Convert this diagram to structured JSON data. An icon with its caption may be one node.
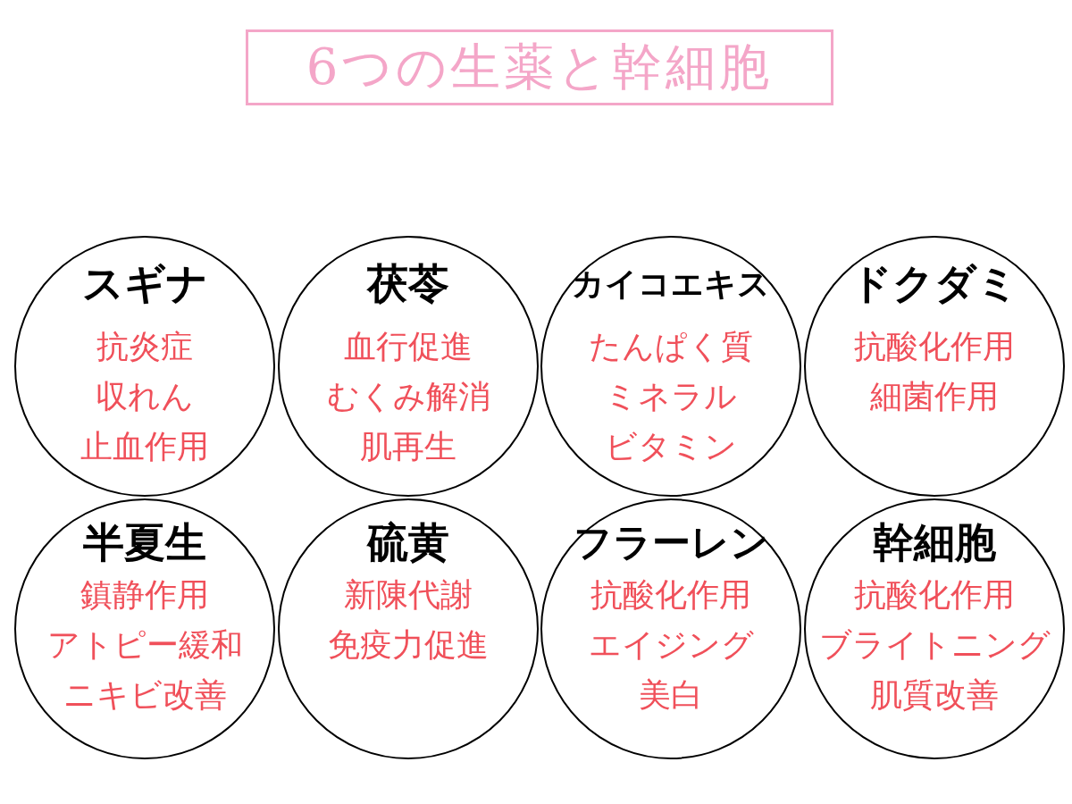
{
  "diagram": {
    "title": "6つの生薬と幹細胞",
    "nodes": [
      {
        "text": [
          "スギナ",
          "抗炎症",
          "収れん",
          "止血作用"
        ]
      },
      {
        "text": [
          "茯苓",
          "血行促進",
          "むくみ解消",
          "肌再生"
        ]
      },
      {
        "text": [
          "カイコエキス",
          "たんぱく質",
          "ミネラル",
          "ビタミン"
        ]
      },
      {
        "text": [
          "ドクダミ",
          "抗酸化作用",
          "細菌作用"
        ]
      },
      {
        "text": [
          "半夏生",
          "鎮静作用",
          "アトピー緩和",
          "ニキビ改善"
        ]
      },
      {
        "text": [
          "硫黄",
          "新陳代謝",
          "免疫力促進"
        ]
      },
      {
        "text": [
          "フラーレン",
          "抗酸化作用",
          "エイジング",
          "美白"
        ]
      },
      {
        "text": [
          "幹細胞",
          "抗酸化作用",
          "ブライトニング",
          "肌質改善"
        ]
      }
    ]
  }
}
